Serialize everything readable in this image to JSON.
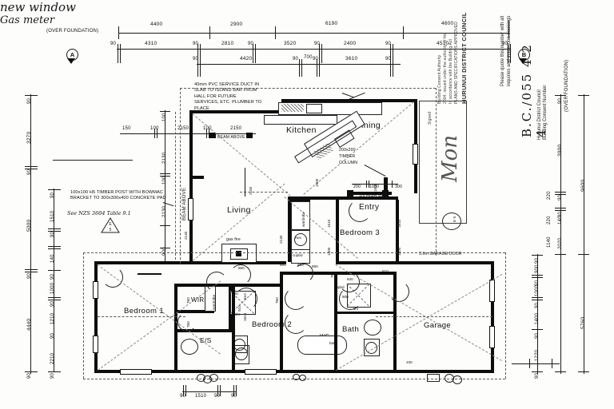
{
  "document": {
    "type": "architectural-floor-plan",
    "over_foundation_label": "(OVER FOUNDATION)",
    "over_foundation_label_right": "(OVER FOUNDATION)"
  },
  "grid_markers": [
    {
      "id": "A",
      "label": "A"
    },
    {
      "id": "B",
      "label": "B"
    }
  ],
  "dimensions": {
    "top_row1": [
      "4400",
      "2900",
      "6190",
      "4600"
    ],
    "top_row2": [
      "90",
      "4310",
      "90",
      "2810",
      "90",
      "3520",
      "90",
      "2400",
      "90",
      "4510",
      "90"
    ],
    "top_row3": [
      "90",
      "4420",
      "90",
      "700",
      "90",
      "3610",
      "90"
    ],
    "left_outer": [
      "90",
      "3270",
      "90",
      "5000",
      "90",
      "4440",
      "90"
    ],
    "left_inner": [
      "90",
      "1510",
      "90",
      "140",
      "90",
      "1000",
      "90",
      "1210",
      "90",
      "2210",
      "90"
    ],
    "right_outer": [
      "9600",
      "5760"
    ],
    "right_inner_upper": [
      "90",
      "3900",
      "90",
      "220",
      "140",
      "220",
      "90",
      "2020",
      "1140",
      "90"
    ],
    "right_inner_lower": [
      "90",
      "900",
      "90",
      "1000",
      "90",
      "1400",
      "90",
      "1220",
      "90"
    ],
    "bottom": [
      "90",
      "1510",
      "90",
      "90"
    ],
    "interior_top": [
      "100",
      "2150",
      "100",
      "2150"
    ],
    "interior_left_vert": [
      "100",
      "2130",
      "100",
      "2130",
      "900"
    ],
    "entry_run": [
      "200",
      "1000",
      "300"
    ],
    "garage_door": "3.6m GARAGE DOOR"
  },
  "rooms": [
    {
      "name": "Kitchen"
    },
    {
      "name": "Dining"
    },
    {
      "name": "Living"
    },
    {
      "name": "Entry"
    },
    {
      "name": "Bedroom 3"
    },
    {
      "name": "Bedroom 1"
    },
    {
      "name": "Bedroom 2"
    },
    {
      "name": "Bath"
    },
    {
      "name": "Garage"
    },
    {
      "name": "WIR"
    },
    {
      "name": "E/S"
    },
    {
      "name": "WC"
    }
  ],
  "fixture_labels": [
    "gas fire",
    "wardrobe",
    "hwc",
    "cupbd",
    "bath",
    "shr",
    "cupbd",
    "wardrobe",
    "wardrobe",
    "cupbd"
  ],
  "annotations": {
    "service_duct_note": "40mm PVC SERVICE DUCT IN SLAB TO ISLAND BAR FROM HALL FOR FUTURE SERVICES, ETC. PLUMBER TO PLACE",
    "beam_above": "BEAM ABOVE",
    "beam_above_vertical": "BEAM ABOVE",
    "timber_column": "200x200 TIMBER COLUMN",
    "high_wall": "1m HIGH WALL",
    "post_note": "100x100 H5 TIMBER POST WITH BOWMAC BRACKET TO 300x300x400 CONCRETE PAD",
    "post_note_ref": "See NZS 3604 Table 9.1",
    "handwritten_new_window": "new window",
    "handwritten_gas_meter": "Gas meter"
  },
  "consent_stamp": {
    "number_prefix": "B.C./",
    "number": "055 4 2 4",
    "council_line1": "Hurunui District Council",
    "council_line2": "Building Consent Number",
    "instruction": "Please quote this number with all inquiries and inspection bookings",
    "box_title": "HURUNUI DISTRICT COUNCIL",
    "box_line1": "PLANS AND SPECIFICATIONS APPROVED",
    "box_line2": "In accordance with the Building Act",
    "box_line3": "2004, issued under the authority of the",
    "box_line4": "Building Consent Authority",
    "signed_label": "Signed",
    "signature": "Mon",
    "seal_letters": "E S"
  },
  "colors": {
    "ink": "#111111",
    "wall": "#0d0d0d",
    "dashed": "#6a6a6a",
    "paper": "#fdfdfb",
    "stamp": "#3a3a3a"
  }
}
